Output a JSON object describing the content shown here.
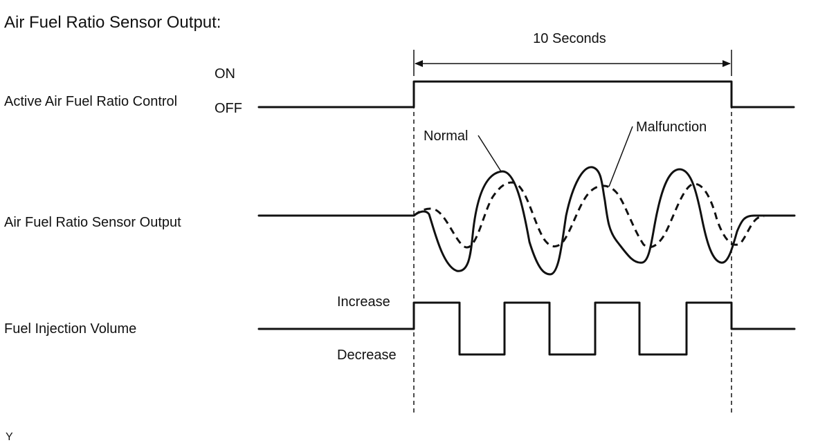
{
  "title": "Air Fuel Ratio Sensor Output:",
  "rows": {
    "control": "Active Air Fuel Ratio Control",
    "sensor": "Air Fuel Ratio Sensor Output",
    "injection": "Fuel Injection Volume"
  },
  "levels": {
    "on": "ON",
    "off": "OFF",
    "increase": "Increase",
    "decrease": "Decrease"
  },
  "duration": "10 Seconds",
  "curves": {
    "normal": "Normal",
    "malfunction": "Malfunction"
  },
  "corner_mark": "Y",
  "colors": {
    "ink": "#111111",
    "background": "#ffffff"
  }
}
